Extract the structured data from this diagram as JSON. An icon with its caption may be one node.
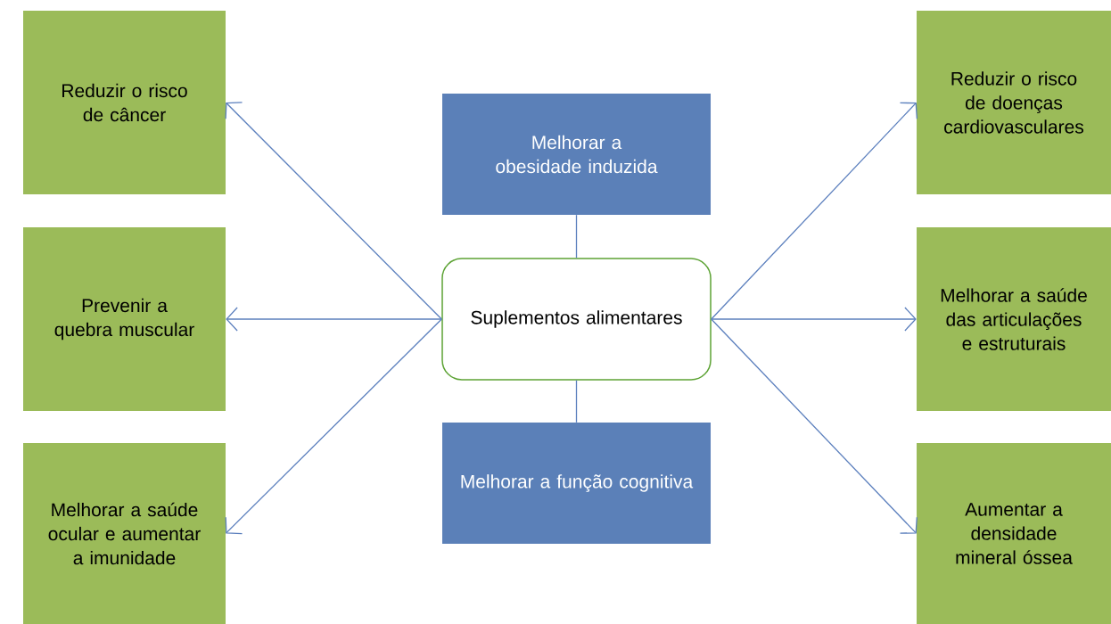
{
  "diagram": {
    "nodes": [
      {
        "text": [
          "Suplementos alimentares"
        ]
      },
      {
        "text": [
          "Melhorar a obesidade induzida"
        ]
      },
      {
        "text": [
          "Melhorar a função cognitiva"
        ]
      },
      {
        "text": [
          "Reduzir o risco de câncer"
        ]
      },
      {
        "text": [
          "Prevenir a quebra muscular"
        ]
      },
      {
        "text": [
          "Melhorar a saúde ocular e aumentar a imunidade"
        ]
      },
      {
        "text": [
          "Reduzir o risco de doenças cardiovasculares"
        ]
      },
      {
        "text": [
          "Melhorar a saúde das articulações e estruturais"
        ]
      },
      {
        "text": [
          "Aumentar a densidade mineral óssea"
        ]
      }
    ],
    "edges": [
      {
        "from": 0,
        "to": 1,
        "arrow": "none"
      },
      {
        "from": 0,
        "to": 2,
        "arrow": "none"
      },
      {
        "from": 0,
        "to": 3,
        "arrow": "to"
      },
      {
        "from": 0,
        "to": 4,
        "arrow": "to"
      },
      {
        "from": 0,
        "to": 5,
        "arrow": "to"
      },
      {
        "from": 0,
        "to": 6,
        "arrow": "to"
      },
      {
        "from": 0,
        "to": 7,
        "arrow": "to"
      },
      {
        "from": 0,
        "to": 8,
        "arrow": "to"
      }
    ]
  }
}
